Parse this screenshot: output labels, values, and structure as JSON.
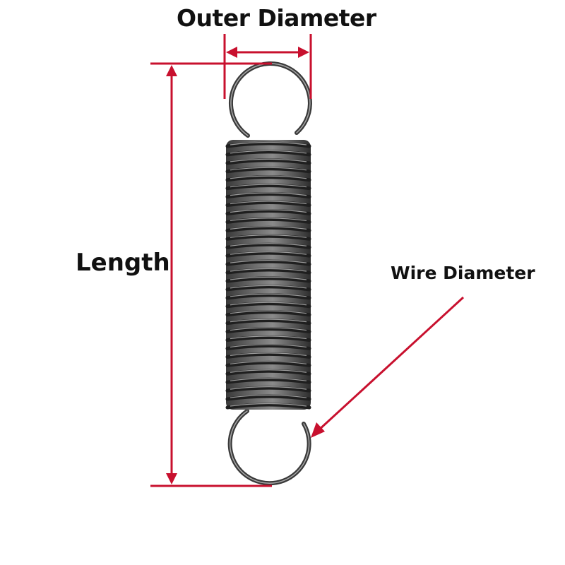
{
  "labels": {
    "outer_diameter": "Outer Diameter",
    "length": "Length",
    "wire_diameter": "Wire Diameter"
  },
  "colors": {
    "dimension_line": "#c8102e",
    "spring_dark": "#2c2c2c",
    "spring_light": "#9a9a9a",
    "background": "#ffffff",
    "text": "#111111"
  },
  "spring": {
    "coil_count": 32
  }
}
